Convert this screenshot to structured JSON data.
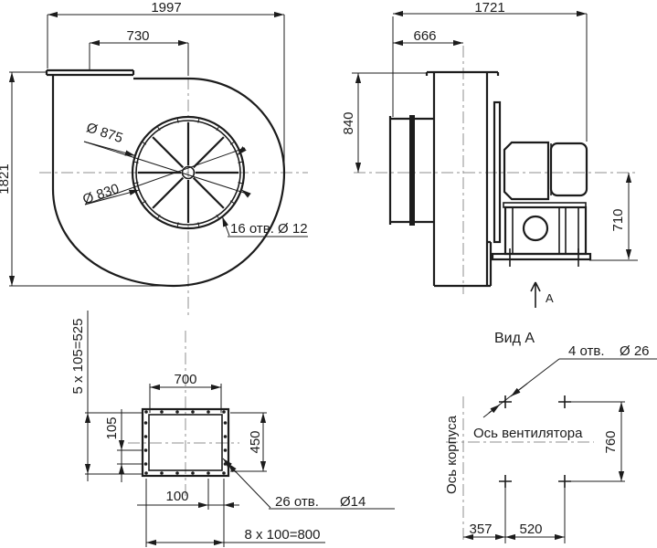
{
  "front_view": {
    "dim_total_width": "1997",
    "dim_outlet_width": "730",
    "dim_total_height": "1821",
    "dia_inlet_outer": "Ø 875",
    "dia_inlet_inner": "Ø 830",
    "holes_note": "16 отв. Ø 12"
  },
  "side_view": {
    "dim_total_depth": "1721",
    "dim_inlet_depth": "666",
    "dim_inlet_axis_height": "840",
    "dim_axis_to_base": "710",
    "view_arrow_label": "А"
  },
  "flange_view": {
    "dim_opening_width": "700",
    "dim_opening_height": "450",
    "dim_hole_pitch_v": "105",
    "dim_hole_pitch_h": "100",
    "dim_hole_row_v": "5 x 105=525",
    "dim_hole_row_h": "8 x 100=800",
    "holes_note": "26 отв.",
    "holes_dia": "Ø14"
  },
  "view_a": {
    "title": "Вид А",
    "holes_note": "4 отв.",
    "holes_dia": "Ø 26",
    "fan_axis_label": "Ось вентилятора",
    "housing_axis_label": "Ось корпуса",
    "dim_bolt_spacing_v": "760",
    "dim_axis_to_bolt": "357",
    "dim_bolt_spacing_h": "520"
  }
}
